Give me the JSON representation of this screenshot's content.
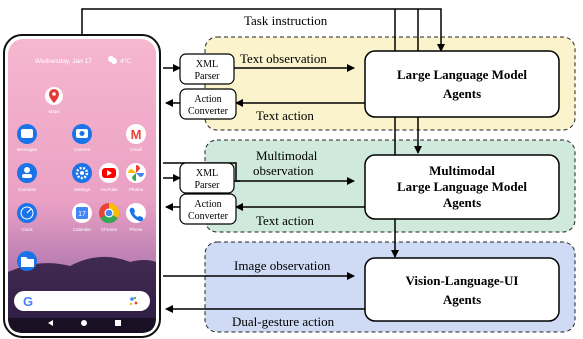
{
  "diagram": {
    "task_instruction": "Task instruction",
    "text_observation": "Text observation",
    "text_action_top": "Text action",
    "multimodal_observation_line1": "Multimodal",
    "multimodal_observation_line2": "observation",
    "text_action_mid": "Text action",
    "image_observation": "Image observation",
    "dual_gesture_action": "Dual-gesture action",
    "xml_parser": {
      "line1": "XML",
      "line2": "Parser"
    },
    "action_converter": {
      "line1": "Action",
      "line2": "Converter"
    },
    "agents": {
      "llm": {
        "line1": "Large Language Model",
        "line2": "Agents"
      },
      "mllm": {
        "line1": "Multimodal",
        "line2": "Large Language Model",
        "line3": "Agents"
      },
      "vlui": {
        "line1": "Vision-Language-UI",
        "line2": "Agents"
      }
    },
    "colors": {
      "panel_yellow": "#faf3cc",
      "panel_green": "#cfeadc",
      "panel_blue": "#cfdbf5"
    }
  },
  "phone": {
    "status_date": "Wednesday, Jan 17",
    "status_weather": "4°C",
    "apps": [
      {
        "label": "Maps",
        "icon": "maps-icon"
      },
      {
        "label": "Messages",
        "icon": "messages-icon"
      },
      {
        "label": "Camera",
        "icon": "camera-icon"
      },
      {
        "label": "Gmail",
        "icon": "gmail-icon"
      },
      {
        "label": "Contacts",
        "icon": "contacts-icon"
      },
      {
        "label": "Settings",
        "icon": "settings-icon"
      },
      {
        "label": "YouTube",
        "icon": "youtube-icon"
      },
      {
        "label": "Photos",
        "icon": "photos-icon"
      },
      {
        "label": "Clock",
        "icon": "clock-icon"
      },
      {
        "label": "Calendar",
        "icon": "calendar-icon"
      },
      {
        "label": "Chrome",
        "icon": "chrome-icon"
      },
      {
        "label": "Phone",
        "icon": "phone-icon"
      }
    ],
    "calendar_day": "17",
    "search_logo": "G",
    "nav": [
      "back-icon",
      "home-icon",
      "recents-icon"
    ]
  }
}
